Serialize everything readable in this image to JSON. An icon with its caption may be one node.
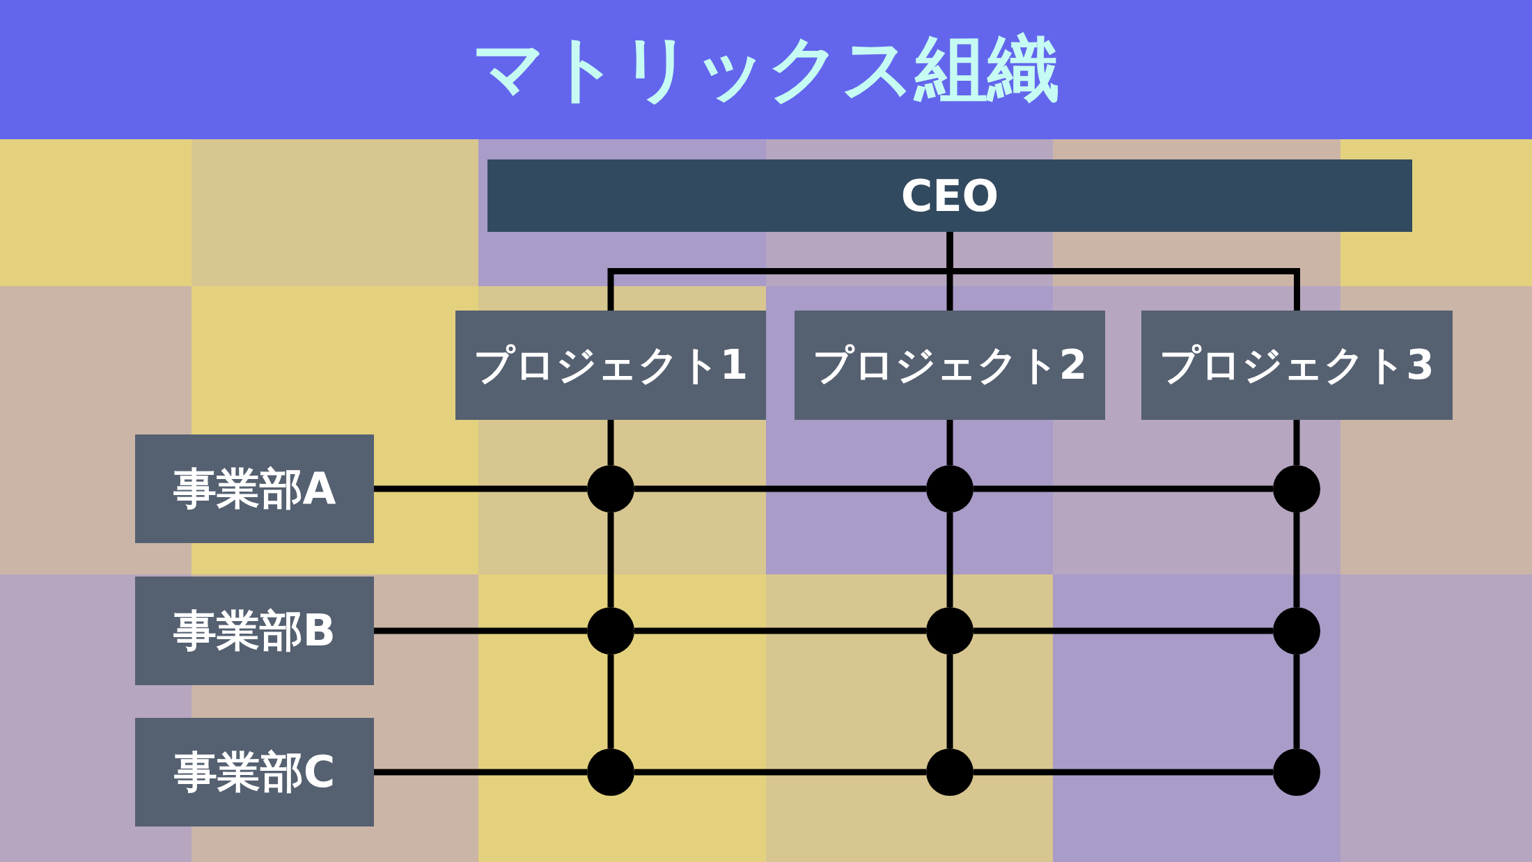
{
  "diagram": {
    "title": "マトリックス組織",
    "nodes": [
      {
        "text": [
          "CEO"
        ]
      },
      {
        "text": [
          "プロジェクト1"
        ]
      },
      {
        "text": [
          "プロジェクト2"
        ]
      },
      {
        "text": [
          "プロジェクト3"
        ]
      },
      {
        "text": [
          "事業部A"
        ]
      },
      {
        "text": [
          "事業部B"
        ]
      },
      {
        "text": [
          "事業部C"
        ]
      },
      {
        "text": [],
        "shape": "circle"
      },
      {
        "text": [],
        "shape": "circle"
      },
      {
        "text": [],
        "shape": "circle"
      },
      {
        "text": [],
        "shape": "circle"
      },
      {
        "text": [],
        "shape": "circle"
      },
      {
        "text": [],
        "shape": "circle"
      },
      {
        "text": [],
        "shape": "circle"
      },
      {
        "text": [],
        "shape": "circle"
      },
      {
        "text": [],
        "shape": "circle"
      }
    ],
    "edges": [
      {
        "from": 0,
        "to": 1,
        "arrow": "none"
      },
      {
        "from": 0,
        "to": 2,
        "arrow": "none"
      },
      {
        "from": 0,
        "to": 3,
        "arrow": "none"
      },
      {
        "from": 1,
        "to": 7,
        "arrow": "none"
      },
      {
        "from": 7,
        "to": 10,
        "arrow": "none"
      },
      {
        "from": 10,
        "to": 13,
        "arrow": "none"
      },
      {
        "from": 2,
        "to": 8,
        "arrow": "none"
      },
      {
        "from": 8,
        "to": 11,
        "arrow": "none"
      },
      {
        "from": 11,
        "to": 14,
        "arrow": "none"
      },
      {
        "from": 3,
        "to": 9,
        "arrow": "none"
      },
      {
        "from": 9,
        "to": 12,
        "arrow": "none"
      },
      {
        "from": 12,
        "to": 15,
        "arrow": "none"
      },
      {
        "from": 4,
        "to": 7,
        "arrow": "none"
      },
      {
        "from": 7,
        "to": 8,
        "arrow": "none"
      },
      {
        "from": 8,
        "to": 9,
        "arrow": "none"
      },
      {
        "from": 5,
        "to": 10,
        "arrow": "none"
      },
      {
        "from": 10,
        "to": 11,
        "arrow": "none"
      },
      {
        "from": 11,
        "to": 12,
        "arrow": "none"
      },
      {
        "from": 6,
        "to": 13,
        "arrow": "none"
      },
      {
        "from": 13,
        "to": 14,
        "arrow": "none"
      },
      {
        "from": 14,
        "to": 15,
        "arrow": "none"
      }
    ]
  }
}
